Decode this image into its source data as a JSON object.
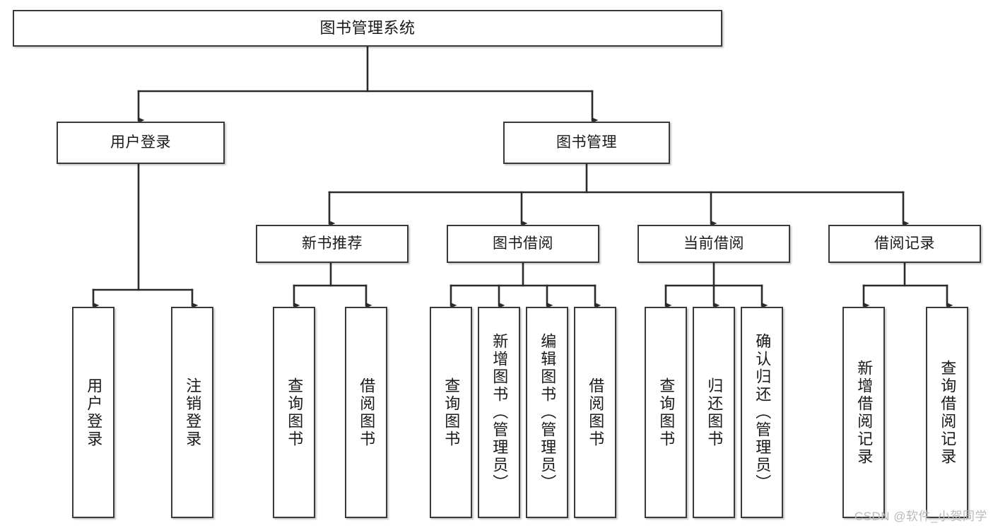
{
  "diagram": {
    "title": "图书管理系统",
    "watermark": "CSDN @软件_小贺同学",
    "colors": {
      "box_border": "#3a3a3a",
      "box_fill": "#ffffff",
      "connector": "#2b2b2b",
      "text": "#1a1a1a",
      "watermark": "#b9b9b9",
      "background": "#ffffff"
    },
    "nodes": {
      "root": "图书管理系统",
      "l1_user_login": "用户登录",
      "l1_book_manage": "图书管理",
      "l2_new_book_rec": "新书推荐",
      "l2_book_borrow": "图书借阅",
      "l2_current_borrow": "当前借阅",
      "l2_borrow_record": "借阅记录",
      "leaf_user_login": "用户登录",
      "leaf_logout_login": "注销登录",
      "leaf_query_book_1": "查询图书",
      "leaf_borrow_book_1": "借阅图书",
      "leaf_query_book_2": "查询图书",
      "leaf_add_book_admin": "新增图书（管理员）",
      "leaf_edit_book_admin": "编辑图书（管理员）",
      "leaf_borrow_book_2": "借阅图书",
      "leaf_query_book_3": "查询图书",
      "leaf_return_book": "归还图书",
      "leaf_confirm_return_admin": "确认归还（管理员）",
      "leaf_add_borrow_record": "新增借阅记录",
      "leaf_query_borrow_record": "查询借阅记录"
    },
    "hierarchy": [
      {
        "label": "图书管理系统",
        "children": [
          {
            "label": "用户登录",
            "children": [
              {
                "label": "用户登录",
                "children": []
              },
              {
                "label": "注销登录",
                "children": []
              }
            ]
          },
          {
            "label": "图书管理",
            "children": [
              {
                "label": "新书推荐",
                "children": [
                  {
                    "label": "查询图书",
                    "children": []
                  },
                  {
                    "label": "借阅图书",
                    "children": []
                  }
                ]
              },
              {
                "label": "图书借阅",
                "children": [
                  {
                    "label": "查询图书",
                    "children": []
                  },
                  {
                    "label": "新增图书（管理员）",
                    "children": []
                  },
                  {
                    "label": "编辑图书（管理员）",
                    "children": []
                  },
                  {
                    "label": "借阅图书",
                    "children": []
                  }
                ]
              },
              {
                "label": "当前借阅",
                "children": [
                  {
                    "label": "查询图书",
                    "children": []
                  },
                  {
                    "label": "归还图书",
                    "children": []
                  },
                  {
                    "label": "确认归还（管理员）",
                    "children": []
                  }
                ]
              },
              {
                "label": "借阅记录",
                "children": [
                  {
                    "label": "新增借阅记录",
                    "children": []
                  },
                  {
                    "label": "查询借阅记录",
                    "children": []
                  }
                ]
              }
            ]
          }
        ]
      }
    ]
  }
}
